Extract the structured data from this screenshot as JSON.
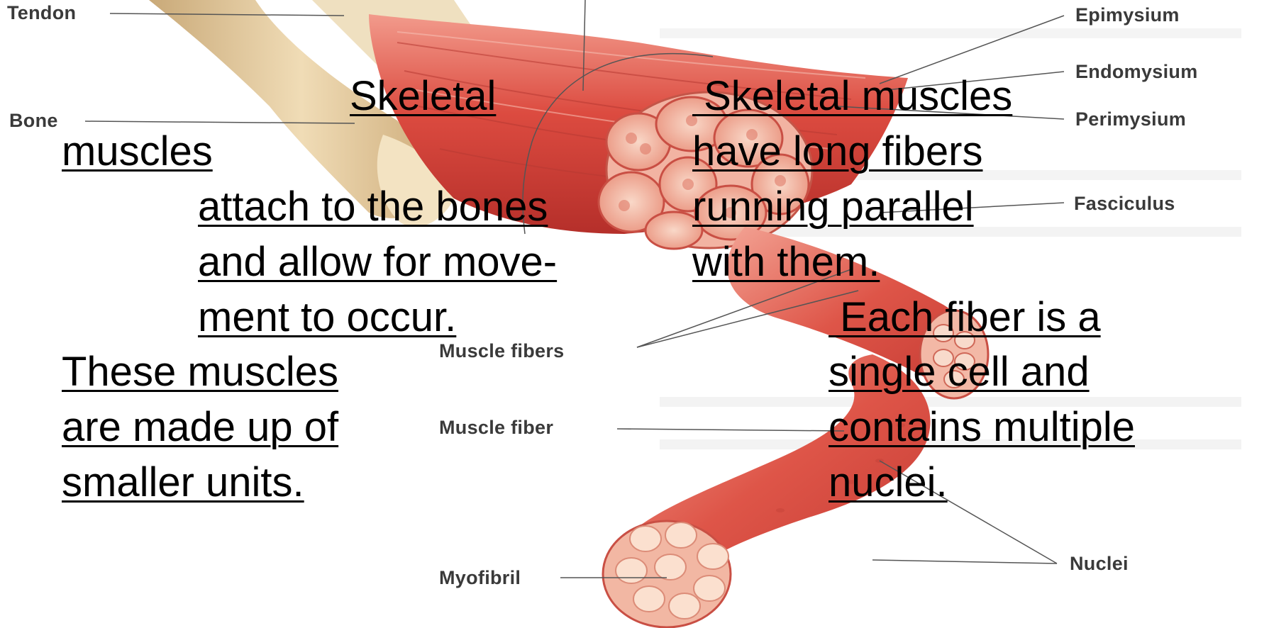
{
  "labels": {
    "tendon": "Tendon",
    "bone": "Bone",
    "epimysium": "Epimysium",
    "endomysium": "Endomysium",
    "perimysium": "Perimysium",
    "fasciculus": "Fasciculus",
    "muscle_fibers": "Muscle fibers",
    "muscle_fiber": "Muscle fiber",
    "myofibril": "Myofibril",
    "nuclei": "Nuclei"
  },
  "overlay_left": {
    "line1": "Skeletal",
    "line2": "muscles",
    "line3": "attach to the bones",
    "line4": "and allow for move-",
    "line5": "ment to occur.",
    "line6": "These muscles",
    "line7": "are made up of",
    "line8": "smaller units."
  },
  "overlay_right": {
    "line1": " Skeletal muscles",
    "line2": "have long fibers",
    "line3": "running parallel",
    "line4": "with them.",
    "line5": " Each fiber is a",
    "line6": "single cell and",
    "line7": "contains multiple",
    "line8": "nuclei."
  },
  "colors": {
    "muscle": "#d9473f",
    "muscle_light": "#ee8a7a",
    "fascicle_face": "#f4c0ae",
    "bone": "#e8cfa4",
    "tendon": "#efe0c0",
    "leader_line": "#555555"
  }
}
